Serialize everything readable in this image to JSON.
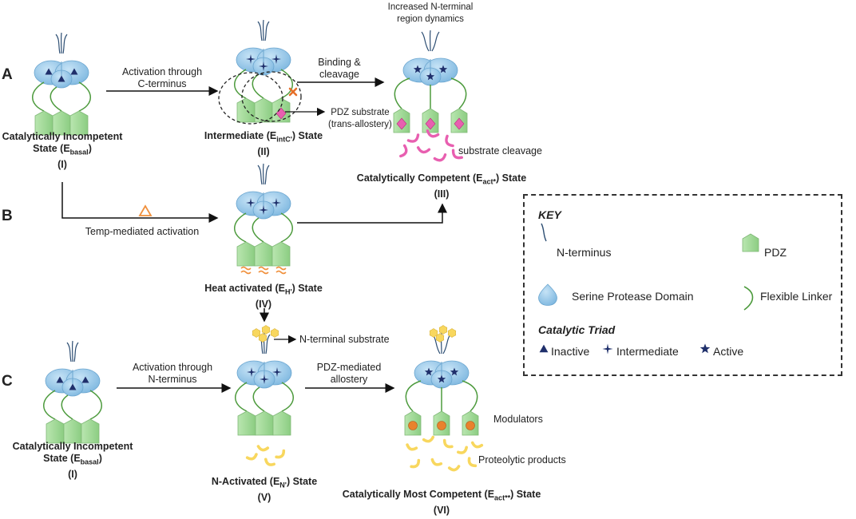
{
  "sections": {
    "a": "A",
    "b": "B",
    "c": "C"
  },
  "row_a": {
    "state1": {
      "line1": "Catalytically Incompetent",
      "line2_pre": "State (E",
      "line2_sub": "basal",
      "line2_post": ")",
      "num": "(I)"
    },
    "arrow1": {
      "line1": "Activation through",
      "line2": "C-terminus"
    },
    "state2": {
      "pre": "Intermediate (E",
      "sub": "intC'",
      "post": ") State",
      "num": "(II)"
    },
    "arrow2": {
      "line1": "Binding &",
      "line2": "cleavage"
    },
    "pdz_substrate": {
      "line1": "PDZ substrate",
      "line2": "(trans-allostery)"
    },
    "increased": {
      "line1": "Increased N-terminal",
      "line2": "region dynamics"
    },
    "cleavage": "substrate cleavage",
    "state3": {
      "pre": "Catalytically Competent (E",
      "sub": "act*",
      "post": ") State",
      "num": "(III)"
    }
  },
  "row_b": {
    "arrow": "Temp-mediated activation",
    "state4": {
      "pre": "Heat activated (E",
      "sub": "H'",
      "post": ") State",
      "num": "(IV)"
    }
  },
  "row_c": {
    "n_substrate": "N-terminal substrate",
    "arrow1": {
      "line1": "Activation through",
      "line2": "N-terminus"
    },
    "arrow2": {
      "line1": "PDZ-mediated",
      "line2": "allostery"
    },
    "state1": {
      "line1": "Catalytically Incompetent",
      "line2_pre": "State (E",
      "line2_sub": "basal",
      "line2_post": ")",
      "num": "(I)"
    },
    "state5": {
      "pre": "N-Activated (E",
      "sub": "N'",
      "post": ") State",
      "num": "(V)"
    },
    "modulators": "Modulators",
    "products": "Proteolytic products",
    "state6": {
      "pre": "Catalytically Most Competent (E",
      "sub": "act**",
      "post": ") State",
      "num": "(VI)"
    }
  },
  "key": {
    "title": "KEY",
    "n_terminus": "N-terminus",
    "pdz": "PDZ",
    "protease": "Serine Protease Domain",
    "linker": "Flexible Linker",
    "triad_title": "Catalytic Triad",
    "inactive": "Inactive",
    "intermediate": "Intermediate",
    "active": "Active"
  },
  "colors": {
    "protease_blue": "#8fc3e6",
    "pdz_green": "#a3d99a",
    "linker_green": "#4c9a3c",
    "triad_navy": "#1f2f6b",
    "substrate_pink": "#e85fb0",
    "nsub_yellow": "#f8d75e",
    "modulator_orange": "#e9822d",
    "heat_orange": "#f0903c",
    "x_mark": "#e5702a"
  },
  "icons": [
    "triangle-icon",
    "four-point-star-icon",
    "five-point-star-icon",
    "delta-icon",
    "heat-wave-icon",
    "cross-icon"
  ]
}
